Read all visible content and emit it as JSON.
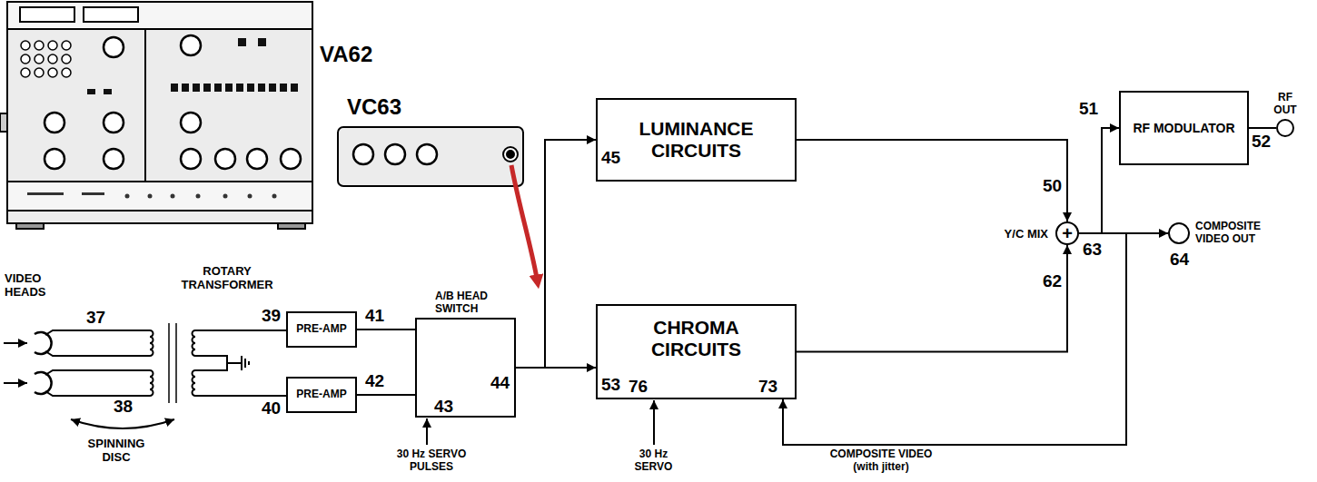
{
  "diagram": {
    "nodes": [
      {
        "text": [
          "LUMINANCE CIRCUITS"
        ]
      },
      {
        "text": [
          "RF MODULATOR"
        ]
      },
      {
        "text": [
          "RF OUT"
        ]
      },
      {
        "text": [
          "PRE-AMP"
        ]
      },
      {
        "text": [
          "PRE-AMP"
        ]
      },
      {
        "text": [
          "A/B HEAD SWITCH"
        ]
      },
      {
        "text": [
          "CHROMA CIRCUITS"
        ]
      },
      {
        "text": [
          "Y/C MIX",
          "+"
        ]
      },
      {
        "text": [
          "COMPOSITE VIDEO OUT"
        ]
      }
    ],
    "edges": [
      {
        "from": 3,
        "to": 5,
        "arrow": "none"
      },
      {
        "from": 4,
        "to": 5,
        "arrow": "none"
      },
      {
        "from": 5,
        "to": 0,
        "arrow": "to"
      },
      {
        "from": 5,
        "to": 6,
        "arrow": "to"
      },
      {
        "from": 0,
        "to": 7,
        "arrow": "to"
      },
      {
        "from": 6,
        "to": 7,
        "arrow": "to"
      },
      {
        "from": 7,
        "to": 1,
        "arrow": "to"
      },
      {
        "from": 1,
        "to": 2,
        "arrow": "none"
      },
      {
        "from": 7,
        "to": 8,
        "arrow": "to"
      },
      {
        "from": 7,
        "to": 6,
        "label": "COMPOSITE VIDEO (with jitter)",
        "arrow": "to"
      }
    ],
    "labels": [
      "VA62",
      "VC63",
      "VIDEO HEADS",
      "ROTARY TRANSFORMER",
      "SPINNING DISC",
      "37",
      "38",
      "39",
      "40",
      "41",
      "42",
      "43",
      "44",
      "30 Hz SERVO PULSES",
      "45",
      "53",
      "76",
      "73",
      "30 Hz SERVO",
      "50",
      "51",
      "52",
      "62",
      "63",
      "64"
    ]
  }
}
